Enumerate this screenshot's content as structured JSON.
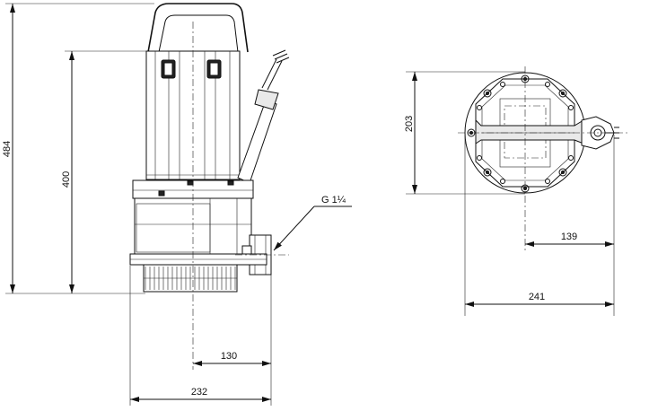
{
  "dimensions": {
    "total_height": "484",
    "body_height": "400",
    "outlet_offset": "130",
    "side_width": "232",
    "top_height": "203",
    "outlet_reach": "139",
    "top_width": "241"
  },
  "callouts": {
    "thread": "G 1¼"
  },
  "colors": {
    "line": "#111111",
    "background": "#ffffff"
  }
}
